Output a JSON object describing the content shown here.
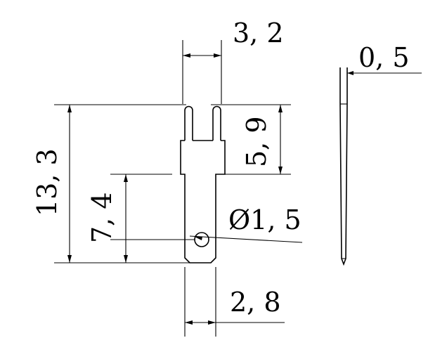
{
  "drawing": {
    "dimensions": {
      "top_width": "3, 2",
      "slot_height": "5, 9",
      "total_height": "13, 3",
      "hole_position": "7, 4",
      "hole_diameter": "Ø1, 5",
      "bottom_width": "2, 8",
      "thickness": "0, 5"
    }
  }
}
